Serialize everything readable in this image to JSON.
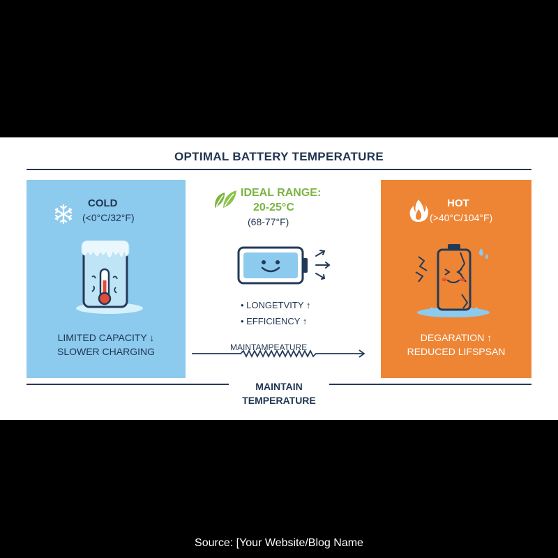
{
  "title": "OPTIMAL BATTERY TEMPERATURE",
  "cold": {
    "name": "COLD",
    "range": "(<0°C/32°F)",
    "effects": [
      "LIMITED CAPACITY ↓",
      "SLOWER CHARGING"
    ],
    "icons": [
      "snowflake-icon",
      "frozen-battery-icon"
    ],
    "color": "#8ccaee"
  },
  "ideal": {
    "title_line1": "IDEAL RANGE:",
    "title_line2": "20-25°C",
    "range_f": "(68-77°F)",
    "bullets": [
      "• LONGETVITY ↑",
      "• EFFICIENCY ↑"
    ],
    "icons": [
      "leaf-icon",
      "happy-battery-icon"
    ],
    "accent": "#7cb342"
  },
  "hot": {
    "name": "HOT",
    "range": "(>40°C/104°F)",
    "effects": [
      "DEGARATION ↑",
      "REDUCED LIFSPSAN"
    ],
    "icons": [
      "flame-icon",
      "cracked-battery-icon"
    ],
    "color": "#ee8535"
  },
  "middle_label": "MAINTAMPEATURE",
  "bottom_label": [
    "MAINTAIN",
    "TEMPERATURE"
  ],
  "source": "Source: [Your Website/Blog Name"
}
